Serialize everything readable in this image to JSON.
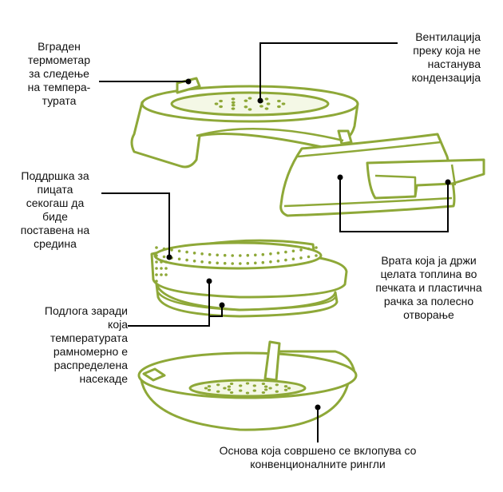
{
  "colors": {
    "part_stroke": "#8ea838",
    "part_fill": "#ffffff",
    "part_inner": "#f4f8e6",
    "leader": "#000000",
    "text": "#111111"
  },
  "labels": {
    "thermometer": "Вграден\nтермометар\nза следење\nна темпера-\nтурата",
    "ventilation": "Вентилација\nпреку која не\nнастанува\nкондензација",
    "pizza_support": "Поддршка за\nпицата\nсекогаш да\nбиде\nпоставена на\nсредина",
    "door": "Врата која ја држи\nцелата топлина во\nпечката и пластична\nрачка за полесно\nотворање",
    "base_plate": "Подлога заради\nкоја\nтемпературата\nрамномерно е\nраспределена\nнасекаде",
    "bottom_base": "Основа која совршено се вклопува со\nконвенционалните рингли"
  }
}
